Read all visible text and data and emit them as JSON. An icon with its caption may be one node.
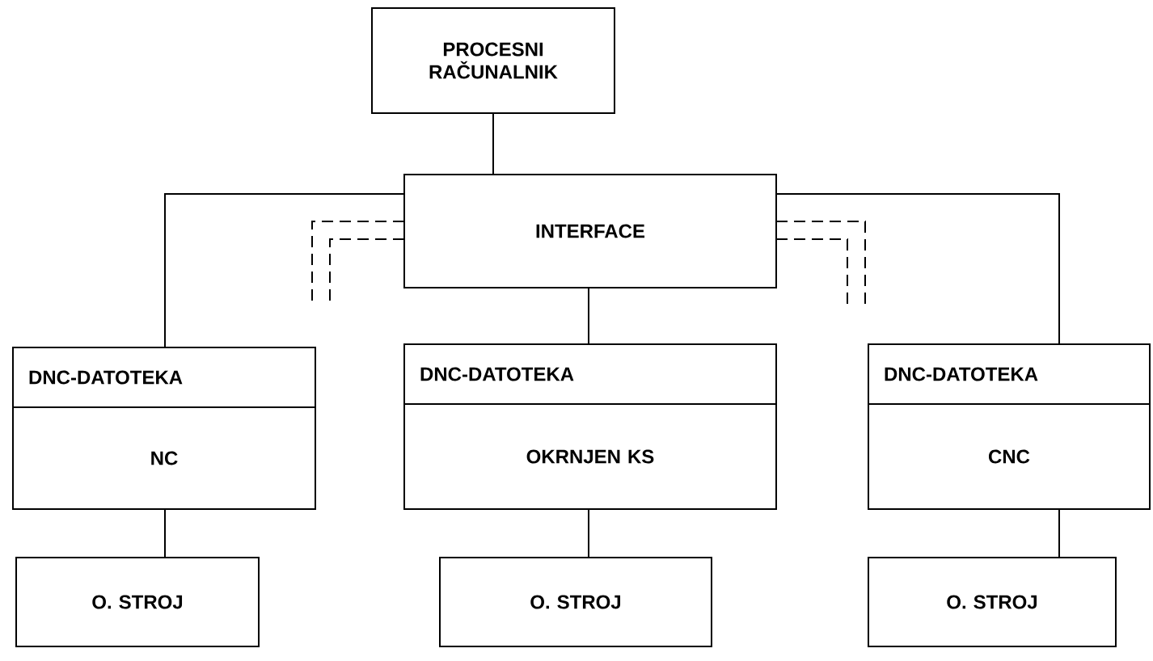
{
  "diagram": {
    "nodes": [
      {
        "text": [
          "PROCESNI RAČUNALNIK"
        ]
      },
      {
        "text": [
          "INTERFACE"
        ]
      },
      {
        "text": [
          "DNC-DATOTEKA",
          "NC"
        ]
      },
      {
        "text": [
          "DNC-DATOTEKA",
          "OKRNJEN KS"
        ]
      },
      {
        "text": [
          "DNC-DATOTEKA",
          "CNC"
        ]
      },
      {
        "text": [
          "O. STROJ"
        ]
      },
      {
        "text": [
          "O. STROJ"
        ]
      },
      {
        "text": [
          "O. STROJ"
        ]
      }
    ],
    "edges": [
      {
        "from": 0,
        "to": 1,
        "arrow": "none"
      },
      {
        "from": 1,
        "to": 2,
        "arrow": "none"
      },
      {
        "from": 1,
        "to": 3,
        "arrow": "none"
      },
      {
        "from": 1,
        "to": 4,
        "arrow": "none"
      },
      {
        "from": 2,
        "to": 5,
        "arrow": "none"
      },
      {
        "from": 3,
        "to": 6,
        "arrow": "none"
      },
      {
        "from": 4,
        "to": 7,
        "arrow": "none"
      }
    ]
  }
}
